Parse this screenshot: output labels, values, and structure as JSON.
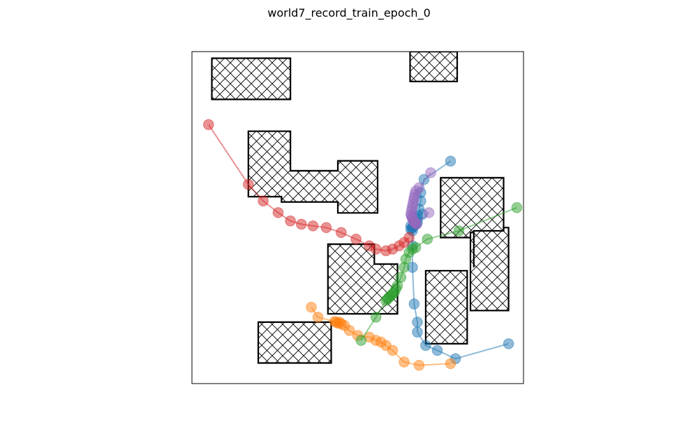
{
  "chart_data": {
    "type": "scatter",
    "title": "world7_record_train_epoch_0",
    "xlabel": "",
    "ylabel": "",
    "xlim": [
      0,
      10
    ],
    "ylim": [
      0,
      10
    ],
    "axes_visible": false,
    "grid": false,
    "legend": "none",
    "obstacle_style": {
      "fill": "#ffffff",
      "edge": "#000000",
      "hatch": "crosshatch"
    },
    "obstacles": [
      {
        "polygon": [
          [
            0.6,
            8.56
          ],
          [
            2.97,
            8.56
          ],
          [
            2.97,
            9.8
          ],
          [
            0.6,
            9.8
          ]
        ]
      },
      {
        "polygon": [
          [
            6.58,
            9.1
          ],
          [
            8.0,
            9.1
          ],
          [
            8.0,
            10.0
          ],
          [
            6.58,
            10.0
          ]
        ]
      },
      {
        "polygon": [
          [
            1.7,
            5.63
          ],
          [
            1.7,
            7.6
          ],
          [
            2.97,
            7.6
          ],
          [
            2.97,
            6.41
          ],
          [
            4.4,
            6.41
          ],
          [
            4.4,
            6.71
          ],
          [
            5.6,
            6.71
          ],
          [
            5.6,
            5.14
          ],
          [
            4.4,
            5.14
          ],
          [
            4.4,
            5.47
          ],
          [
            2.7,
            5.47
          ],
          [
            2.7,
            5.63
          ]
        ]
      },
      {
        "polygon": [
          [
            7.5,
            4.4
          ],
          [
            9.4,
            4.4
          ],
          [
            9.4,
            6.2
          ],
          [
            7.5,
            6.2
          ]
        ]
      },
      {
        "polygon": [
          [
            8.5,
            3.5
          ],
          [
            8.5,
            4.55
          ],
          [
            8.4,
            4.55
          ],
          [
            8.4,
            2.2
          ],
          [
            9.55,
            2.2
          ],
          [
            9.55,
            4.7
          ],
          [
            9.4,
            4.7
          ],
          [
            9.4,
            4.6
          ],
          [
            8.5,
            4.6
          ]
        ]
      },
      {
        "polygon": [
          [
            4.1,
            2.1
          ],
          [
            6.2,
            2.1
          ],
          [
            6.2,
            3.6
          ],
          [
            5.5,
            3.6
          ],
          [
            5.5,
            4.2
          ],
          [
            4.1,
            4.2
          ]
        ]
      },
      {
        "polygon": [
          [
            7.05,
            1.2
          ],
          [
            8.3,
            1.2
          ],
          [
            8.3,
            3.4
          ],
          [
            7.05,
            3.4
          ]
        ]
      },
      {
        "polygon": [
          [
            2.0,
            0.62
          ],
          [
            4.2,
            0.62
          ],
          [
            4.2,
            1.85
          ],
          [
            2.0,
            1.85
          ]
        ]
      }
    ],
    "series": [
      {
        "color": "#1f77b4",
        "x": [
          7.8,
          7.0,
          6.9,
          6.9,
          6.85,
          6.95,
          6.8,
          6.8,
          6.8,
          6.75,
          6.7,
          6.65,
          6.65,
          6.6,
          6.6,
          6.65,
          6.65,
          6.65,
          6.7,
          6.8,
          6.8,
          7.05,
          7.4,
          7.95,
          9.55
        ],
        "y": [
          6.7,
          6.15,
          5.75,
          5.5,
          5.25,
          5.1,
          5.05,
          4.95,
          4.85,
          4.8,
          4.75,
          4.7,
          4.7,
          4.65,
          4.75,
          4.6,
          4.15,
          3.5,
          2.4,
          1.85,
          1.55,
          1.15,
          1.0,
          0.75,
          1.2
        ]
      },
      {
        "color": "#ff7f0e",
        "x": [
          3.6,
          3.8,
          4.3,
          4.35,
          4.4,
          4.45,
          4.5,
          4.6,
          4.75,
          5.0,
          5.35,
          5.55,
          5.7,
          5.85,
          6.05,
          6.4,
          6.85,
          7.8
        ],
        "y": [
          2.3,
          2.0,
          1.87,
          1.85,
          1.82,
          1.85,
          1.8,
          1.75,
          1.6,
          1.45,
          1.4,
          1.3,
          1.25,
          1.15,
          1.0,
          0.65,
          0.55,
          0.6
        ]
      },
      {
        "color": "#2ca02c",
        "x": [
          9.8,
          8.05,
          7.1,
          6.75,
          6.65,
          6.55,
          6.45,
          6.4,
          6.3,
          6.2,
          6.15,
          6.1,
          6.05,
          6.0,
          5.95,
          5.9,
          5.85,
          5.55,
          5.1
        ],
        "y": [
          5.3,
          4.6,
          4.35,
          4.1,
          4.05,
          3.95,
          3.75,
          3.5,
          3.2,
          2.95,
          2.85,
          2.75,
          2.7,
          2.65,
          2.6,
          2.55,
          2.5,
          2.0,
          1.3
        ]
      },
      {
        "color": "#d62728",
        "x": [
          0.5,
          1.7,
          2.15,
          2.6,
          2.97,
          3.3,
          3.65,
          4.05,
          4.5,
          4.95,
          5.35,
          5.55,
          5.85,
          6.05,
          6.25,
          6.4,
          6.55
        ],
        "y": [
          7.8,
          6.0,
          5.5,
          5.15,
          4.9,
          4.8,
          4.75,
          4.7,
          4.55,
          4.35,
          4.15,
          4.05,
          4.0,
          4.05,
          4.15,
          4.25,
          4.4
        ]
      },
      {
        "color": "#9467bd",
        "x": [
          7.2,
          6.85,
          6.75,
          6.72,
          6.7,
          6.68,
          6.66,
          6.64,
          6.62,
          6.6,
          6.62,
          6.64,
          6.66,
          6.68,
          6.7,
          6.72,
          6.75,
          6.78,
          7.15
        ],
        "y": [
          6.35,
          5.9,
          5.8,
          5.7,
          5.6,
          5.5,
          5.4,
          5.3,
          5.2,
          5.1,
          5.05,
          5.0,
          4.95,
          4.9,
          4.87,
          4.85,
          4.82,
          4.8,
          5.15
        ]
      }
    ]
  }
}
